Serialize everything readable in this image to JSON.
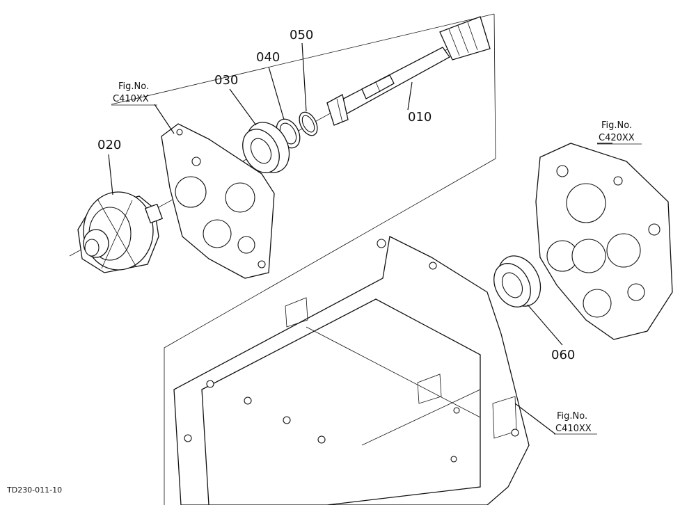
{
  "callouts": {
    "p010": "010",
    "p020": "020",
    "p030": "030",
    "p040": "040",
    "p050": "050",
    "p060": "060"
  },
  "figrefs": {
    "upper_left": {
      "label": "Fig.No.",
      "code": "C410XX"
    },
    "right": {
      "label": "Fig.No.",
      "code": "C420XX"
    },
    "lower_right": {
      "label": "Fig.No.",
      "code": "C410XX"
    }
  },
  "drawing_id": "TD230-011-10"
}
